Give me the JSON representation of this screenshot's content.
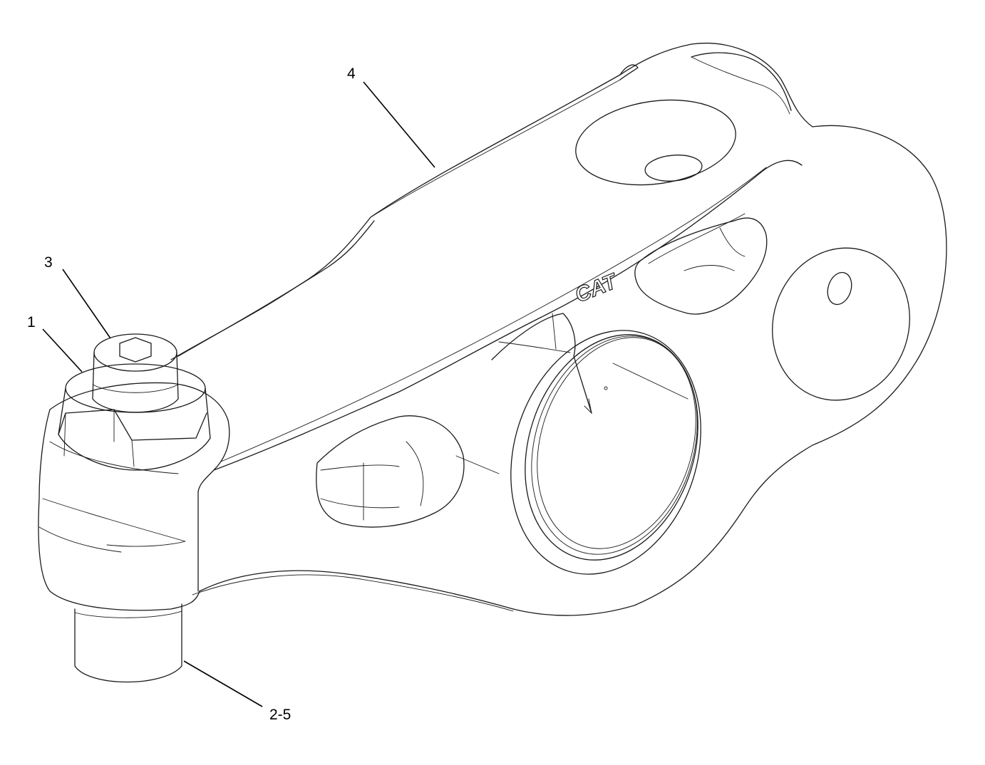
{
  "diagram": {
    "callouts": [
      {
        "id": "1",
        "label": "1"
      },
      {
        "id": "2-5",
        "label": "2-5"
      },
      {
        "id": "3",
        "label": "3"
      },
      {
        "id": "4",
        "label": "4"
      }
    ],
    "logo": "CAT"
  }
}
